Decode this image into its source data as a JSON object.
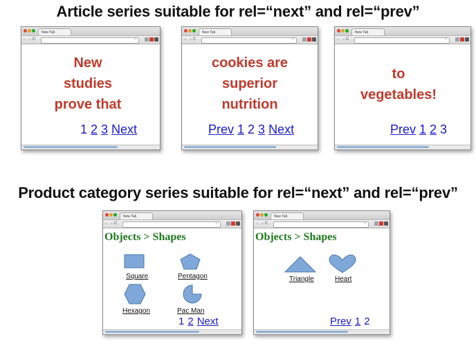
{
  "headings": {
    "article": "Article series suitable for rel=“next” and rel=“prev”",
    "product": "Product category series suitable for rel=“next” and rel=“prev”"
  },
  "browser": {
    "tab_title": "New Tab"
  },
  "colors": {
    "article_text": "#c0392b",
    "link": "#1a1acc",
    "shop_title": "#1e7a1e",
    "shape_fill": "#7fa8d8"
  },
  "articles": [
    {
      "lines": [
        "New",
        "studies",
        "prove that"
      ],
      "pager": [
        "1",
        "2",
        "3",
        "Next"
      ],
      "current": "1"
    },
    {
      "lines": [
        "cookies are",
        "superior",
        "nutrition"
      ],
      "pager": [
        "Prev",
        "1",
        "2",
        "3",
        "Next"
      ],
      "current": "2"
    },
    {
      "lines": [
        "to",
        "vegetables!"
      ],
      "pager": [
        "Prev",
        "1",
        "2",
        "3"
      ],
      "current": "3"
    }
  ],
  "products": [
    {
      "title": "Objects > Shapes",
      "items": [
        "Square",
        "Pentagon",
        "Hexagon",
        "Pac Man"
      ],
      "pager": [
        "1",
        "2",
        "Next"
      ],
      "current": "1"
    },
    {
      "title": "Objects > Shapes",
      "items": [
        "Triangle",
        "Heart"
      ],
      "pager": [
        "Prev",
        "1",
        "2"
      ],
      "current": "2"
    }
  ]
}
